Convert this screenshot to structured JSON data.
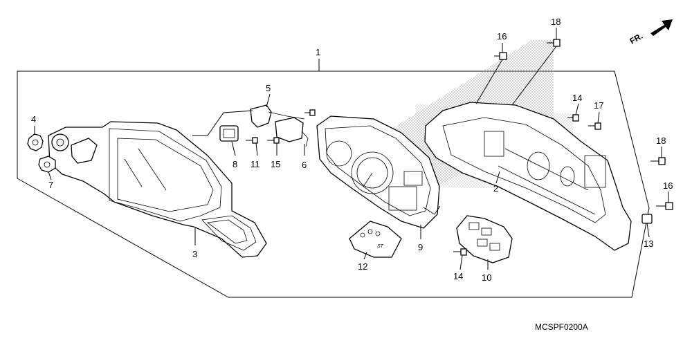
{
  "diagram": {
    "direction_indicator": "FR.",
    "drawing_code": "MCSPF0200A",
    "callouts": {
      "c1": "1",
      "c2": "2",
      "c3": "3",
      "c4": "4",
      "c5": "5",
      "c6": "6",
      "c7": "7",
      "c8": "8",
      "c9": "9",
      "c10": "10",
      "c11": "11",
      "c12": "12",
      "c13": "13",
      "c14a": "14",
      "c14b": "14",
      "c15": "15",
      "c16a": "16",
      "c16b": "16",
      "c17": "17",
      "c18a": "18",
      "c18b": "18"
    },
    "panel_logo": "ST",
    "icons": [
      "arrow-right-icon"
    ]
  }
}
